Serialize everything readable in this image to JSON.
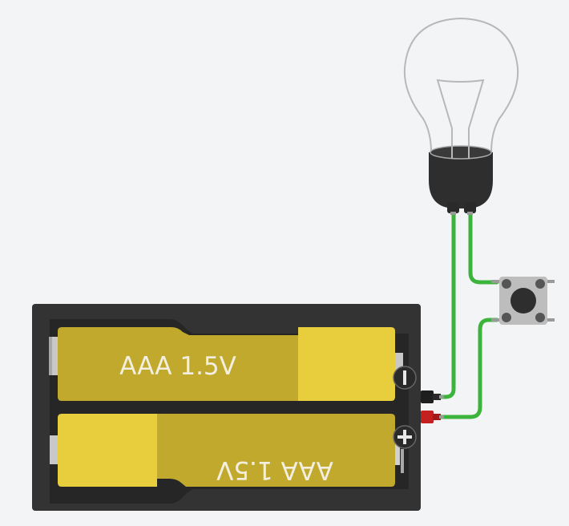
{
  "circuit": {
    "components": {
      "bulb": {
        "name": "Light Bulb"
      },
      "pushbutton": {
        "name": "Pushbutton"
      },
      "battery_pack": {
        "name": "2x AAA Battery Pack",
        "cells": [
          {
            "label": "AAA 1.5V",
            "orientation": "normal"
          },
          {
            "label": "AAA 1.5V",
            "orientation": "flipped"
          }
        ],
        "terminals": {
          "negative_symbol": "−",
          "positive_symbol": "+"
        }
      }
    },
    "wires": [
      {
        "from": "battery_pack.negative",
        "to": "bulb.left_terminal",
        "color": "#3cb43c"
      },
      {
        "from": "bulb.right_terminal",
        "to": "pushbutton.top_left",
        "color": "#3cb43c"
      },
      {
        "from": "pushbutton.bottom_left",
        "to": "battery_pack.positive",
        "color": "#3cb43c"
      }
    ],
    "colors": {
      "background": "#f3f4f6",
      "wire": "#3cb43c",
      "battery_case": "#323232",
      "cell_dark": "#c0a92c",
      "cell_light": "#e8cd3c",
      "bulb_base": "#2e2e2e",
      "button_body": "#bdbdbd",
      "positive_lead": "#c42020",
      "negative_lead": "#1e1e1e"
    }
  }
}
